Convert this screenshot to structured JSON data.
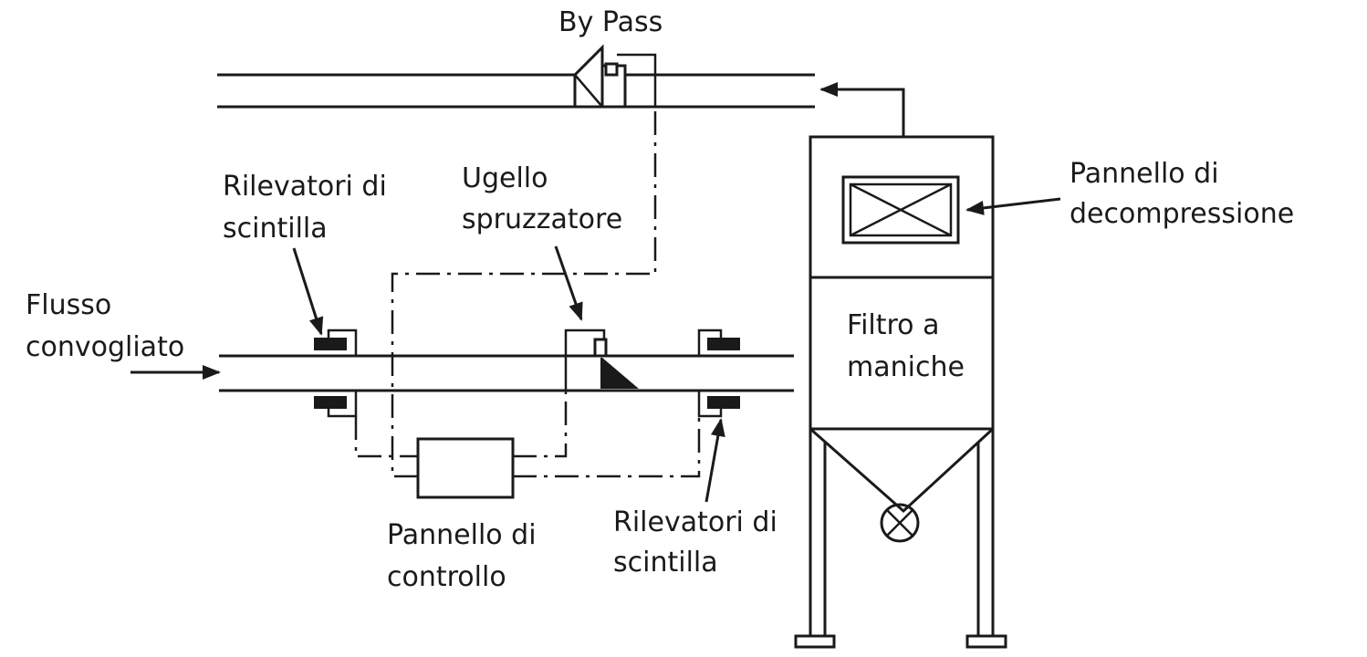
{
  "labels": {
    "bypass": "By Pass",
    "spark_left_1": "Rilevatori di",
    "spark_left_2": "scintilla",
    "nozzle_1": "Ugello",
    "nozzle_2": "spruzzatore",
    "flow_1": "Flusso",
    "flow_2": "convogliato",
    "relief_1": "Pannello di",
    "relief_2": "decompressione",
    "filter_1": "Filtro a",
    "filter_2": "maniche",
    "control_1": "Pannello di",
    "control_2": "controllo",
    "spark_right_1": "Rilevatori di",
    "spark_right_2": "scintilla"
  }
}
